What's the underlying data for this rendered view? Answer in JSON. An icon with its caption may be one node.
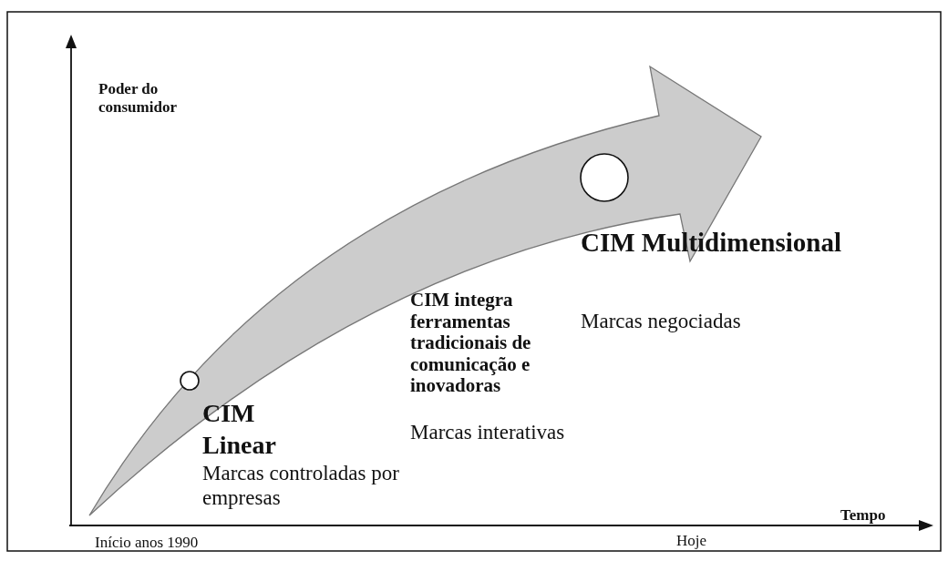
{
  "diagram": {
    "nodes": [
      {
        "text": [],
        "shape": "circle"
      },
      {
        "text": [],
        "shape": "circle"
      }
    ],
    "labels": [
      "Poder do consumidor",
      "CIM Linear",
      "Marcas controladas por empresas",
      "CIM integra ferramentas tradicionais de comunicação e inovadoras",
      "Marcas interativas",
      "CIM Multidimensional",
      "Marcas negociadas",
      "Tempo",
      "Início anos 1990",
      "Hoje"
    ]
  }
}
